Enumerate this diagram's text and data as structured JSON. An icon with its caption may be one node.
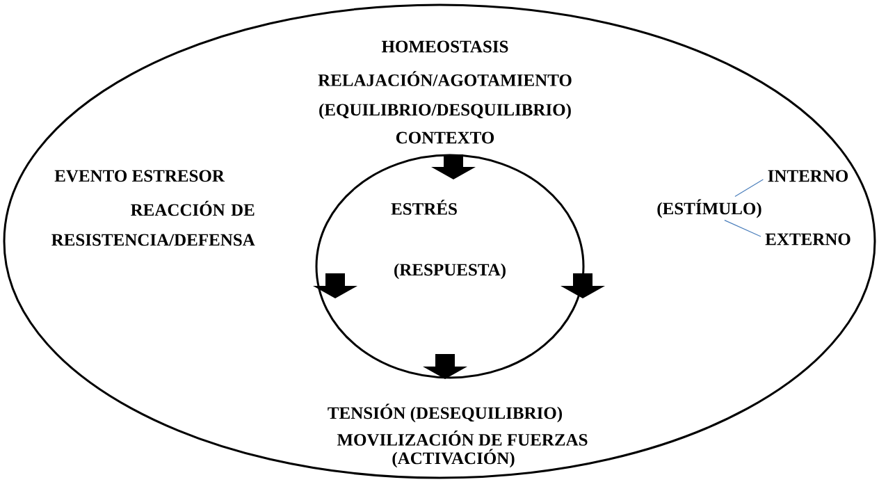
{
  "diagram": {
    "nodes": [
      {
        "text": [],
        "shape": "ellipse"
      },
      {
        "text": [
          "ESTRÉS",
          "(RESPUESTA)"
        ],
        "in": 0
      },
      {
        "text": [
          "(ESTÍMULO)"
        ],
        "in": 0
      },
      {
        "text": [
          "INTERNO"
        ],
        "in": 0
      },
      {
        "text": [
          "EXTERNO"
        ],
        "in": 0
      }
    ],
    "edges": [
      {
        "from": 2,
        "to": 3,
        "arrow": "none",
        "color": "#4a7ebb"
      },
      {
        "from": 2,
        "to": 4,
        "arrow": "none",
        "color": "#4a7ebb"
      }
    ],
    "labels": [
      "HOMEOSTASIS",
      "RELAJACIÓN/AGOTAMIENTO",
      "(EQUILIBRIO/DESQUILIBRIO)",
      "CONTEXTO",
      "EVENTO ESTRESOR",
      "REACCIÓN DE RESISTENCIA/DEFENSA",
      "TENSIÓN (DESEQUILIBRIO)",
      "MOVILIZACIÓN DE FUERZAS",
      "(ACTIVACIÓN)"
    ]
  }
}
